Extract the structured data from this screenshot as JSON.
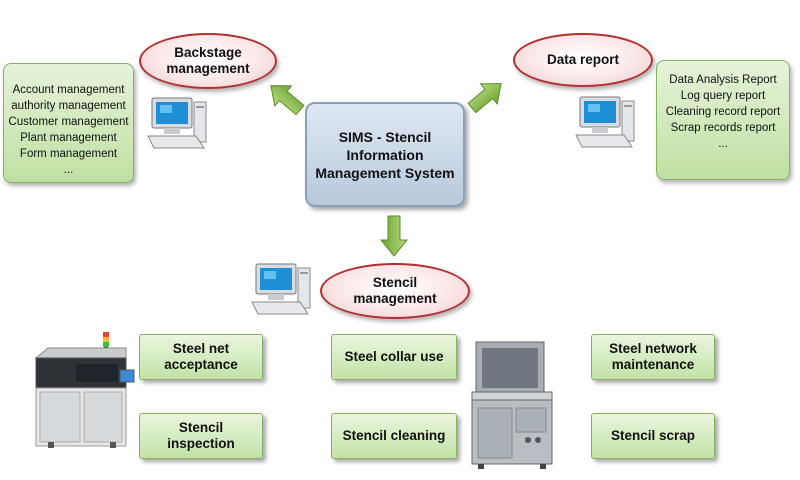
{
  "center": {
    "title": "SIMS - Stencil Information Management System"
  },
  "backstage": {
    "title": "Backstage management",
    "items": [
      "Account management",
      "authority management",
      "Customer management",
      "Plant management",
      "Form management",
      "..."
    ]
  },
  "data_report": {
    "title": "Data report",
    "items": [
      "Data Analysis Report",
      "Log query report",
      "Cleaning record report",
      "Scrap records report",
      "..."
    ]
  },
  "stencil": {
    "title": "Stencil management"
  },
  "actions": {
    "steel_net_acceptance": "Steel net acceptance",
    "stencil_inspection": "Stencil inspection",
    "steel_collar_use": "Steel collar use",
    "stencil_cleaning": "Stencil cleaning",
    "steel_network_maintenance": "Steel network maintenance",
    "stencil_scrap": "Stencil scrap"
  },
  "colors": {
    "arrow_green": "#7fb53f",
    "ellipse_border": "#b23030",
    "panel_green": "#c2e2a6",
    "center_blue": "#b8c9dc"
  }
}
